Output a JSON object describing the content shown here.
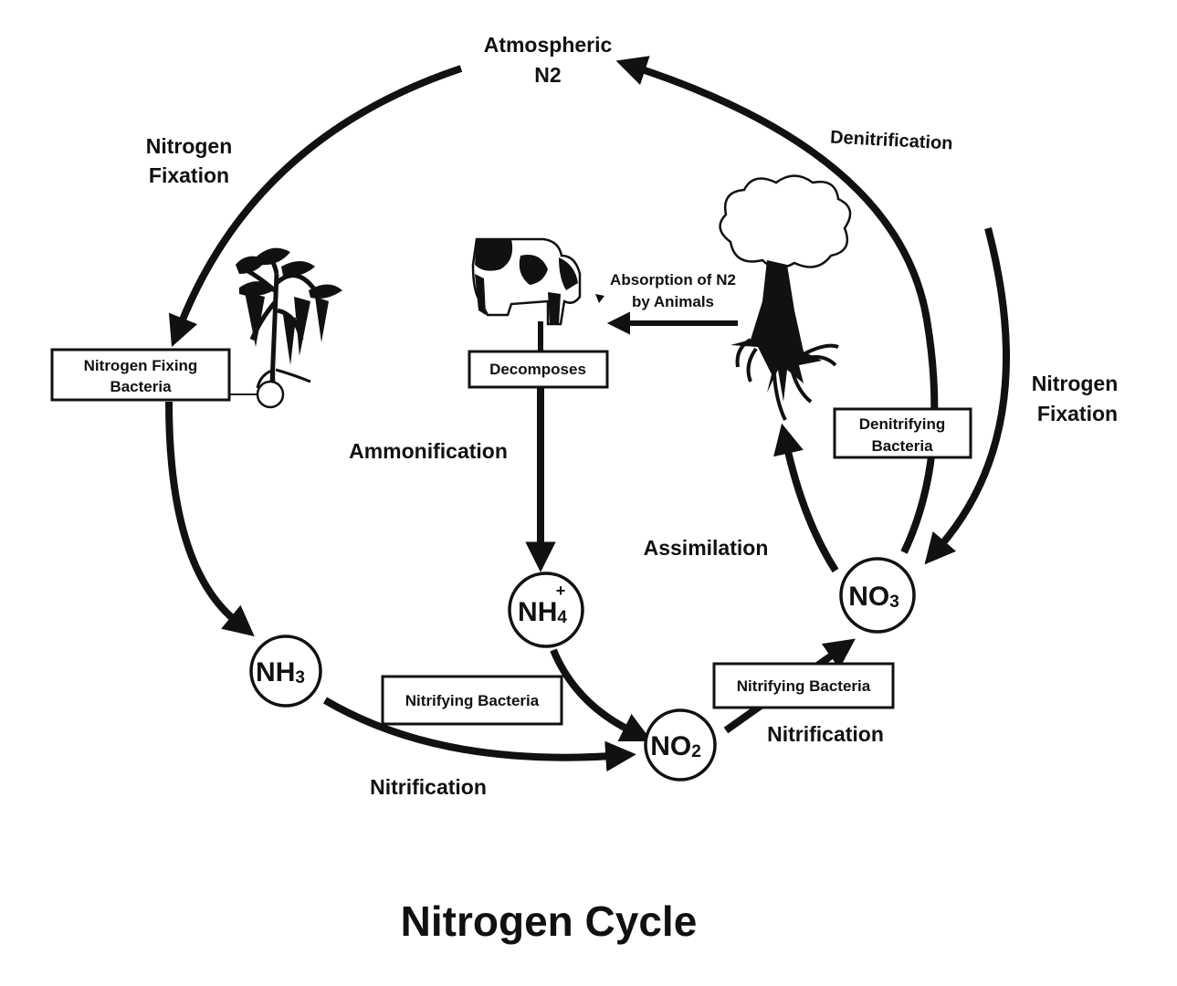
{
  "title": "Nitrogen Cycle",
  "labels": {
    "atmospheric_n2": [
      "Atmospheric",
      "N2"
    ],
    "nitrogen_fixation_left": [
      "Nitrogen",
      "Fixation"
    ],
    "nitrogen_fixation_right": [
      "Nitrogen",
      "Fixation"
    ],
    "denitrification": "Denitrification",
    "absorption": [
      "Absorption of N2",
      "by Animals"
    ],
    "ammonification": "Ammonification",
    "assimilation": "Assimilation",
    "nitrification_bottom": "Nitrification",
    "nitrification_right": "Nitrification"
  },
  "boxes": {
    "nitrogen_fixing_bacteria": [
      "Nitrogen Fixing",
      "Bacteria"
    ],
    "decomposes": "Decomposes",
    "denitrifying_bacteria": [
      "Denitrifying",
      "Bacteria"
    ],
    "nitrifying_bacteria_left": "Nitrifying Bacteria",
    "nitrifying_bacteria_right": "Nitrifying Bacteria"
  },
  "nodes": {
    "nh3": {
      "main": "NH",
      "sub": "3"
    },
    "nh4": {
      "main": "NH",
      "sub": "4",
      "sup": "+"
    },
    "no2": {
      "main": "NO",
      "sub": "2"
    },
    "no3": {
      "main": "NO",
      "sub": "3"
    }
  },
  "icons": [
    "plant-icon",
    "cow-icon",
    "tree-icon"
  ]
}
